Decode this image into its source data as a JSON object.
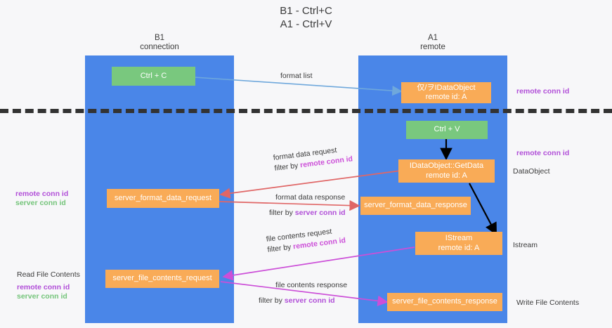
{
  "title": {
    "line1": "B1 - Ctrl+C",
    "line2": "A1 - Ctrl+V"
  },
  "lanes": [
    {
      "id": "b1",
      "header_line1": "B1",
      "header_line2": "connection",
      "color": "#4a86e8"
    },
    {
      "id": "a1",
      "header_line1": "A1",
      "header_line2": "remote",
      "color": "#4a86e8"
    }
  ],
  "colors": {
    "lane": "#4a86e8",
    "green_node": "#79c87e",
    "orange_node": "#f9ab57",
    "purple_text": "#b14fd8",
    "magenta_text": "#cc4fd8",
    "green_text": "#74c47a",
    "arrow_blue": "#6fa8dc",
    "arrow_red": "#e06666",
    "arrow_magenta": "#cc4fd8",
    "arrow_black": "#000000",
    "divider": "#333333",
    "background": "#f7f7f9"
  },
  "nodes": [
    {
      "id": "ctrl-c",
      "label": "Ctrl + C",
      "type": "green"
    },
    {
      "id": "idataobject",
      "label": "仅/ヲIDataObject\nremote id: A",
      "type": "orange"
    },
    {
      "id": "ctrl-v",
      "label": "Ctrl + V",
      "type": "green"
    },
    {
      "id": "idataobject-getdata",
      "label": "IDataObject::GetData\nremote id: A",
      "type": "orange"
    },
    {
      "id": "server-format-data-request",
      "label": "server_format_data_request",
      "type": "orange"
    },
    {
      "id": "server-format-data-response",
      "label": "server_format_data_response",
      "type": "orange"
    },
    {
      "id": "istream",
      "label": "IStream\nremote id: A",
      "type": "orange"
    },
    {
      "id": "server-file-contents-request",
      "label": "server_file_contents_request",
      "type": "orange"
    },
    {
      "id": "server-file-contents-response",
      "label": "server_file_contents_response",
      "type": "orange"
    }
  ],
  "flow_labels": {
    "format_list": "format list",
    "format_data_request": "format data request",
    "format_data_request_filter_prefix": "filter by ",
    "format_data_request_filter_key": "remote conn id",
    "format_data_response": "format data response",
    "format_data_response_filter_prefix": "filter by ",
    "format_data_response_filter_key": "server conn id",
    "file_contents_request": "file contents request",
    "file_contents_request_filter_prefix": "filter by ",
    "file_contents_request_filter_key": "remote conn id",
    "file_contents_response": "file contents response",
    "file_contents_response_filter_prefix": "filter by ",
    "file_contents_response_filter_key": "server conn id"
  },
  "side_labels": {
    "right_remote_conn_id_top": "remote conn id",
    "right_remote_conn_id_mid": "remote conn id",
    "right_dataobject": "DataObject",
    "right_istream": "Istream",
    "right_write_file_contents": "Write File Contents",
    "left_remote_conn_id_mid": "remote conn id",
    "left_server_conn_id_mid": "server conn id",
    "left_read_file_contents": "Read File Contents",
    "left_remote_conn_id_bottom": "remote conn id",
    "left_server_conn_id_bottom": "server conn id"
  }
}
